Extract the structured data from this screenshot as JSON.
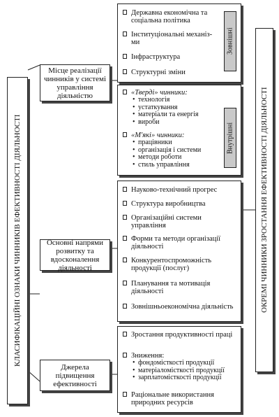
{
  "left_title": "КЛАСИФІКАЦІЙНІ ОЗНАКИ ЧИННИКІВ ЕФЕКТИВНОСТІ ДІЯЛЬНОСТІ",
  "right_title": "ОКРЕМІ ЧИННИКИ ЗРОСТАННЯ ЕФЕКТИВНОСТІ ДІЯЛЬНОСТІ",
  "categories": [
    "Місце реалізації чинників у системі управління діяльністю",
    "Основні напрями розвитку та вдосконалення діяльності",
    "Джерела підвищення ефективності"
  ],
  "external": {
    "tag": "Зовнішні",
    "items": [
      "Державна економічна та соціальна політика",
      "Інституціональні механіз-ми",
      "Інфраструктура",
      "Структурні зміни"
    ]
  },
  "internal": {
    "tag": "Внутрішні",
    "hard_header": "«Тверді» чинники:",
    "hard_items": [
      "технологія",
      "устаткування",
      "матеріали та енергія",
      "вироби"
    ],
    "soft_header": "«М'які» чинники:",
    "soft_items": [
      "працівники",
      "організація і системи",
      "методи роботи",
      "стиль управління"
    ]
  },
  "directions": [
    "Науково-технічний прогрес",
    "Структура виробництва",
    "Організаційні системи управління",
    "Форми та методи організації діяльності",
    "Конкурентоспроможність продукції (послуг)",
    "Планування та мотивація діяльності",
    "Зовнішньоекономічна діяльність"
  ],
  "sources": {
    "item1": "Зростання продуктивності праці",
    "reduction_header": "Зниження:",
    "reduction_items": [
      "фондомісткості продукції",
      "матеріаломісткості продукції",
      "зарплатомісткості продукції"
    ],
    "item3": "Раціональне використання природних ресурсів"
  }
}
